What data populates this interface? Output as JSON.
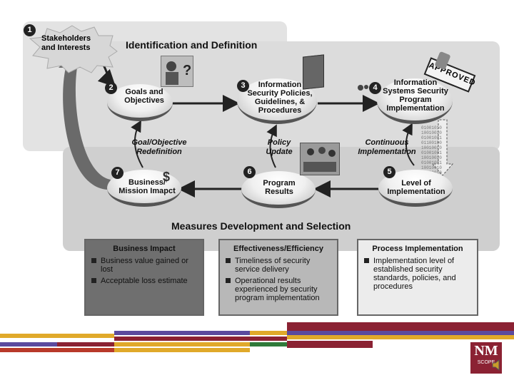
{
  "top_section_title": "Identification and Definition",
  "bottom_section_title": "Measures Development and Selection",
  "stakeholders": {
    "number": "1",
    "label_line1": "Stakeholders",
    "label_line2": "and Interests"
  },
  "steps": [
    {
      "number": "2",
      "lines": [
        "Goals and",
        "Objectives"
      ]
    },
    {
      "number": "3",
      "lines": [
        "Information",
        "Security Policies,",
        "Guidelines, &",
        "Procedures"
      ]
    },
    {
      "number": "4",
      "lines": [
        "Information",
        "Systems Security",
        "Program",
        "Implementation"
      ]
    },
    {
      "number": "5",
      "lines": [
        "Level of",
        "Implementation"
      ]
    },
    {
      "number": "6",
      "lines": [
        "Program",
        "Results"
      ]
    },
    {
      "number": "7",
      "lines": [
        "Business/",
        "Mission Imapct"
      ]
    }
  ],
  "arrow_labels": {
    "goal_redef": [
      "Goal/Objective",
      "Redefinition"
    ],
    "policy_update": [
      "Policy",
      "Update"
    ],
    "continuous": [
      "Continuous",
      "Implementation"
    ]
  },
  "approved_stamp": "APPROVED",
  "binary_text": [
    "01001010",
    "10010010",
    "01001001",
    "01100100",
    "10010010",
    "01001001",
    "10010010",
    "01001001",
    "10010010",
    "10010010"
  ],
  "boxes": [
    {
      "title": "Business Impact",
      "items": [
        "Business value gained or lost",
        "Acceptable loss estimate"
      ]
    },
    {
      "title": "Effectiveness/Efficiency",
      "items": [
        "Timeliness of security service delivery",
        "Operational results experienced by security program implementation"
      ]
    },
    {
      "title": "Process Implementation",
      "items": [
        "Implementation level of established security standards, policies, and procedures"
      ]
    }
  ],
  "logo": {
    "letters": "NM",
    "sub": "SCOPE"
  },
  "colors": {
    "gold": "#e0a92a",
    "maroon": "#8b2233",
    "purple": "#5b4a9e",
    "green": "#2f7a3a"
  }
}
